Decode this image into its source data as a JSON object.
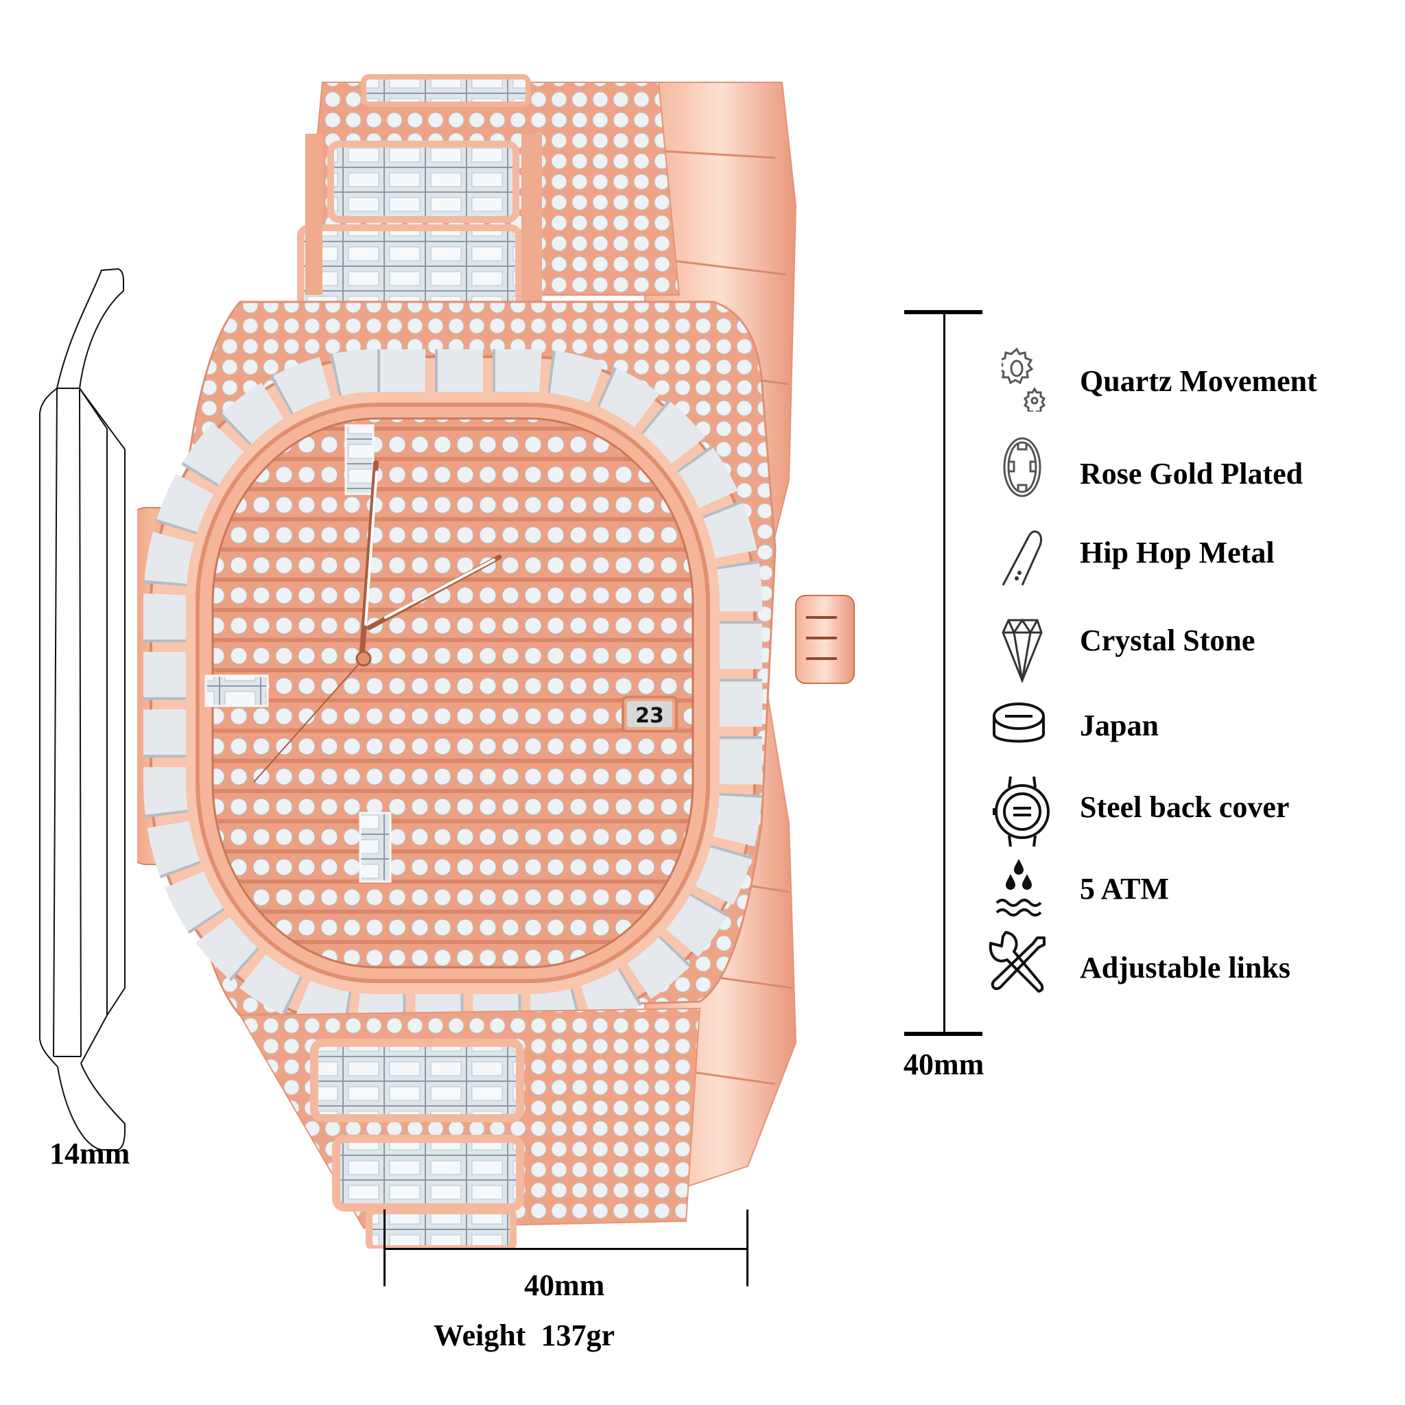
{
  "product": {
    "date_window": "23",
    "colors": {
      "rose_gold": "#f0a888",
      "rose_gold_dark": "#c8724e",
      "rose_gold_light": "#fbd3bf",
      "crystal": "#e8eef2",
      "line": "#000000"
    }
  },
  "dimensions": {
    "thickness_label": "14mm",
    "width_label": "40mm",
    "height_label": "40mm",
    "weight_label": "Weight  137gr"
  },
  "features": [
    {
      "icon": "gears-icon",
      "label": "Quartz Movement"
    },
    {
      "icon": "rose-gold-ring-icon",
      "label": "Rose Gold Plated"
    },
    {
      "icon": "metal-strap-icon",
      "label": "Hip Hop Metal"
    },
    {
      "icon": "diamond-icon",
      "label": "Crystal Stone"
    },
    {
      "icon": "battery-cell-icon",
      "label": "Japan"
    },
    {
      "icon": "watch-back-icon",
      "label": "Steel back cover"
    },
    {
      "icon": "water-drops-icon",
      "label": "5 ATM"
    },
    {
      "icon": "wrench-screwdriver-icon",
      "label": "Adjustable links"
    }
  ]
}
